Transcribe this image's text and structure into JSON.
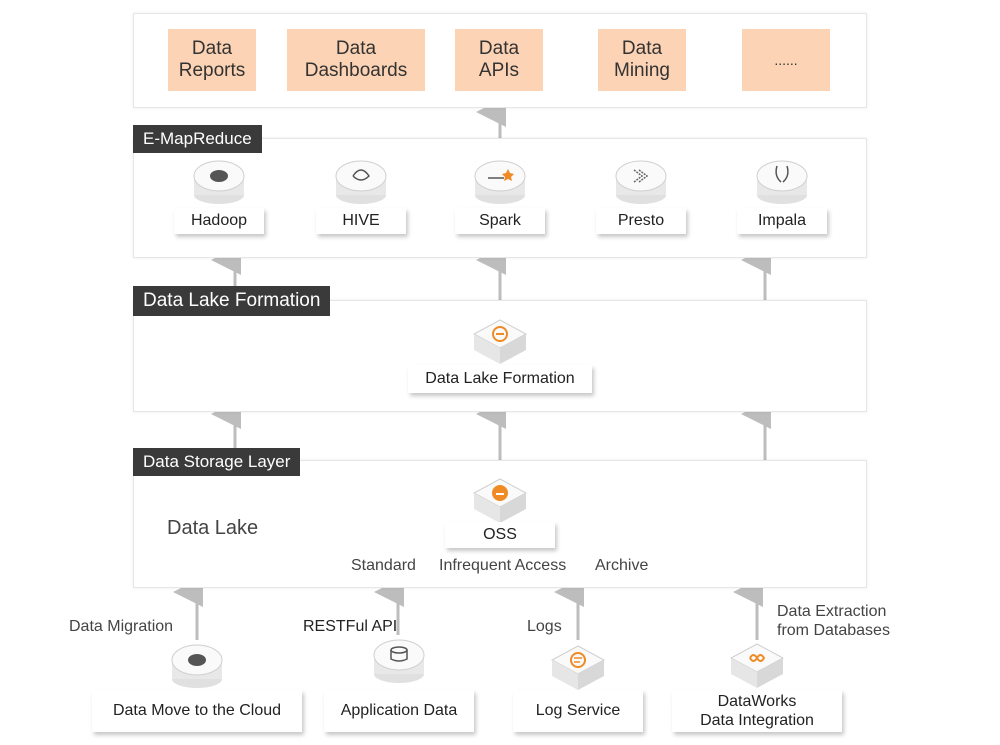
{
  "outputs": [
    "Data\nReports",
    "Data\nDashboards",
    "Data\nAPIs",
    "Data\nMining",
    "......"
  ],
  "emr": {
    "tag": "E-MapReduce",
    "engines": [
      "Hadoop",
      "HIVE",
      "Spark",
      "Presto",
      "Impala"
    ]
  },
  "dlf": {
    "tag": "Data Lake Formation",
    "label": "Data Lake Formation"
  },
  "storage": {
    "tag": "Data Storage Layer",
    "lake": "Data Lake",
    "oss": "OSS",
    "classes": [
      "Standard",
      "Infrequent Access",
      "Archive"
    ]
  },
  "sources": [
    {
      "arrow_label": "Data Migration",
      "box": "Data Move to the Cloud"
    },
    {
      "arrow_label": "RESTFul API",
      "box": "Application Data"
    },
    {
      "arrow_label": "Logs",
      "box": "Log Service"
    },
    {
      "arrow_label": "Data Extraction\nfrom Databases",
      "box": "DataWorks\nData Integration"
    }
  ],
  "colors": {
    "accent": "#f08a24",
    "output_fill": "#fcd3b4",
    "tag_bg": "#3a3a3a",
    "arrow": "#bdbdbd"
  }
}
